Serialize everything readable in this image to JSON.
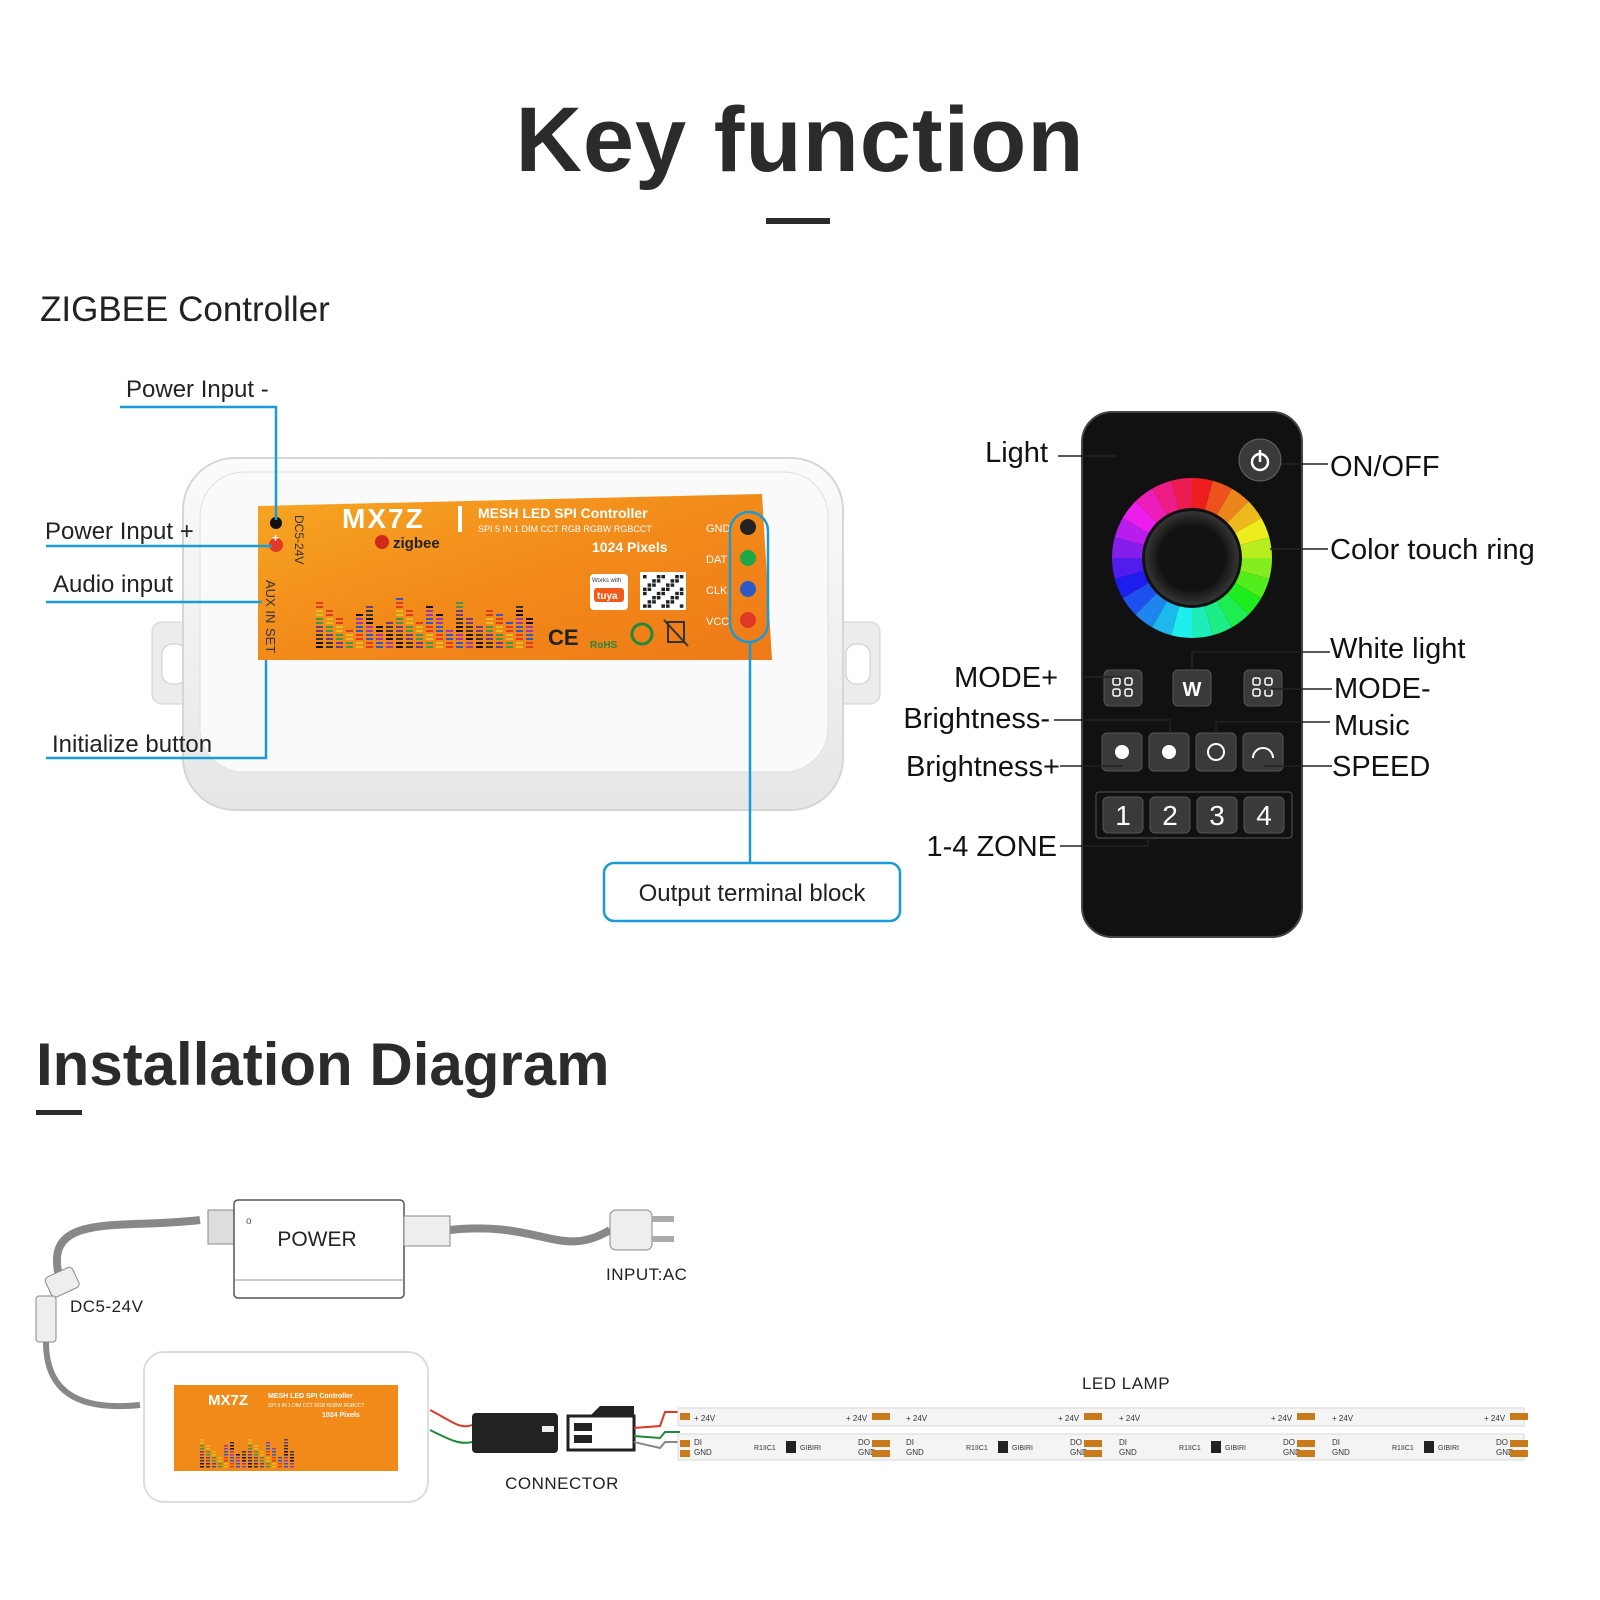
{
  "title": "Key function",
  "section_controller": "ZIGBEE Controller",
  "section_install": "Installation Diagram",
  "controller": {
    "model": "MX7Z",
    "product_line": "MESH LED SPI Controller",
    "sub_line": "SPI 5 IN 1 DIM CCT RGB RGBW RGBCCT",
    "pixels": "1024 Pixels",
    "brand": "zigbee",
    "voltage": "DC5-24V",
    "aux": "AUX IN",
    "set": "SET",
    "terminals": [
      "GND",
      "DAT",
      "CLK",
      "VCC"
    ],
    "terminal_colors": [
      "#222222",
      "#1ea84a",
      "#2d58c7",
      "#e03a26"
    ],
    "tuya_works": "Works with",
    "tuya": "tuya",
    "rohs": "RoHS",
    "ce": "CE"
  },
  "controller_labels": {
    "power_minus": "Power Input -",
    "power_plus": "Power Input +",
    "audio": "Audio input",
    "init": "Initialize button",
    "output": "Output terminal block"
  },
  "remote_labels": {
    "light": "Light",
    "onoff": "ON/OFF",
    "ring": "Color touch ring",
    "white": "White light",
    "mode_plus": "MODE+",
    "mode_minus": "MODE-",
    "brightness_minus": "Brightness-",
    "music": "Music",
    "brightness_plus": "Brightness+",
    "speed": "SPEED",
    "zone": "1-4 ZONE"
  },
  "remote_buttons": {
    "w": "W",
    "zones": [
      "1",
      "2",
      "3",
      "4"
    ]
  },
  "install": {
    "power": "POWER",
    "input_ac": "INPUT:AC",
    "dc": "DC5-24V",
    "connector": "CONNECTOR",
    "led_lamp": "LED LAMP",
    "strip_top": "+ 24V",
    "strip_gnd": "GND",
    "strip_di": "DI",
    "strip_do": "DO",
    "strip_chip": "R1IIC1",
    "strip_chip2": "GIBIRI"
  },
  "colors": {
    "accent_blue": "#1a9ad6",
    "label_orange": "#f28a1a",
    "remote_body": "#111111"
  }
}
